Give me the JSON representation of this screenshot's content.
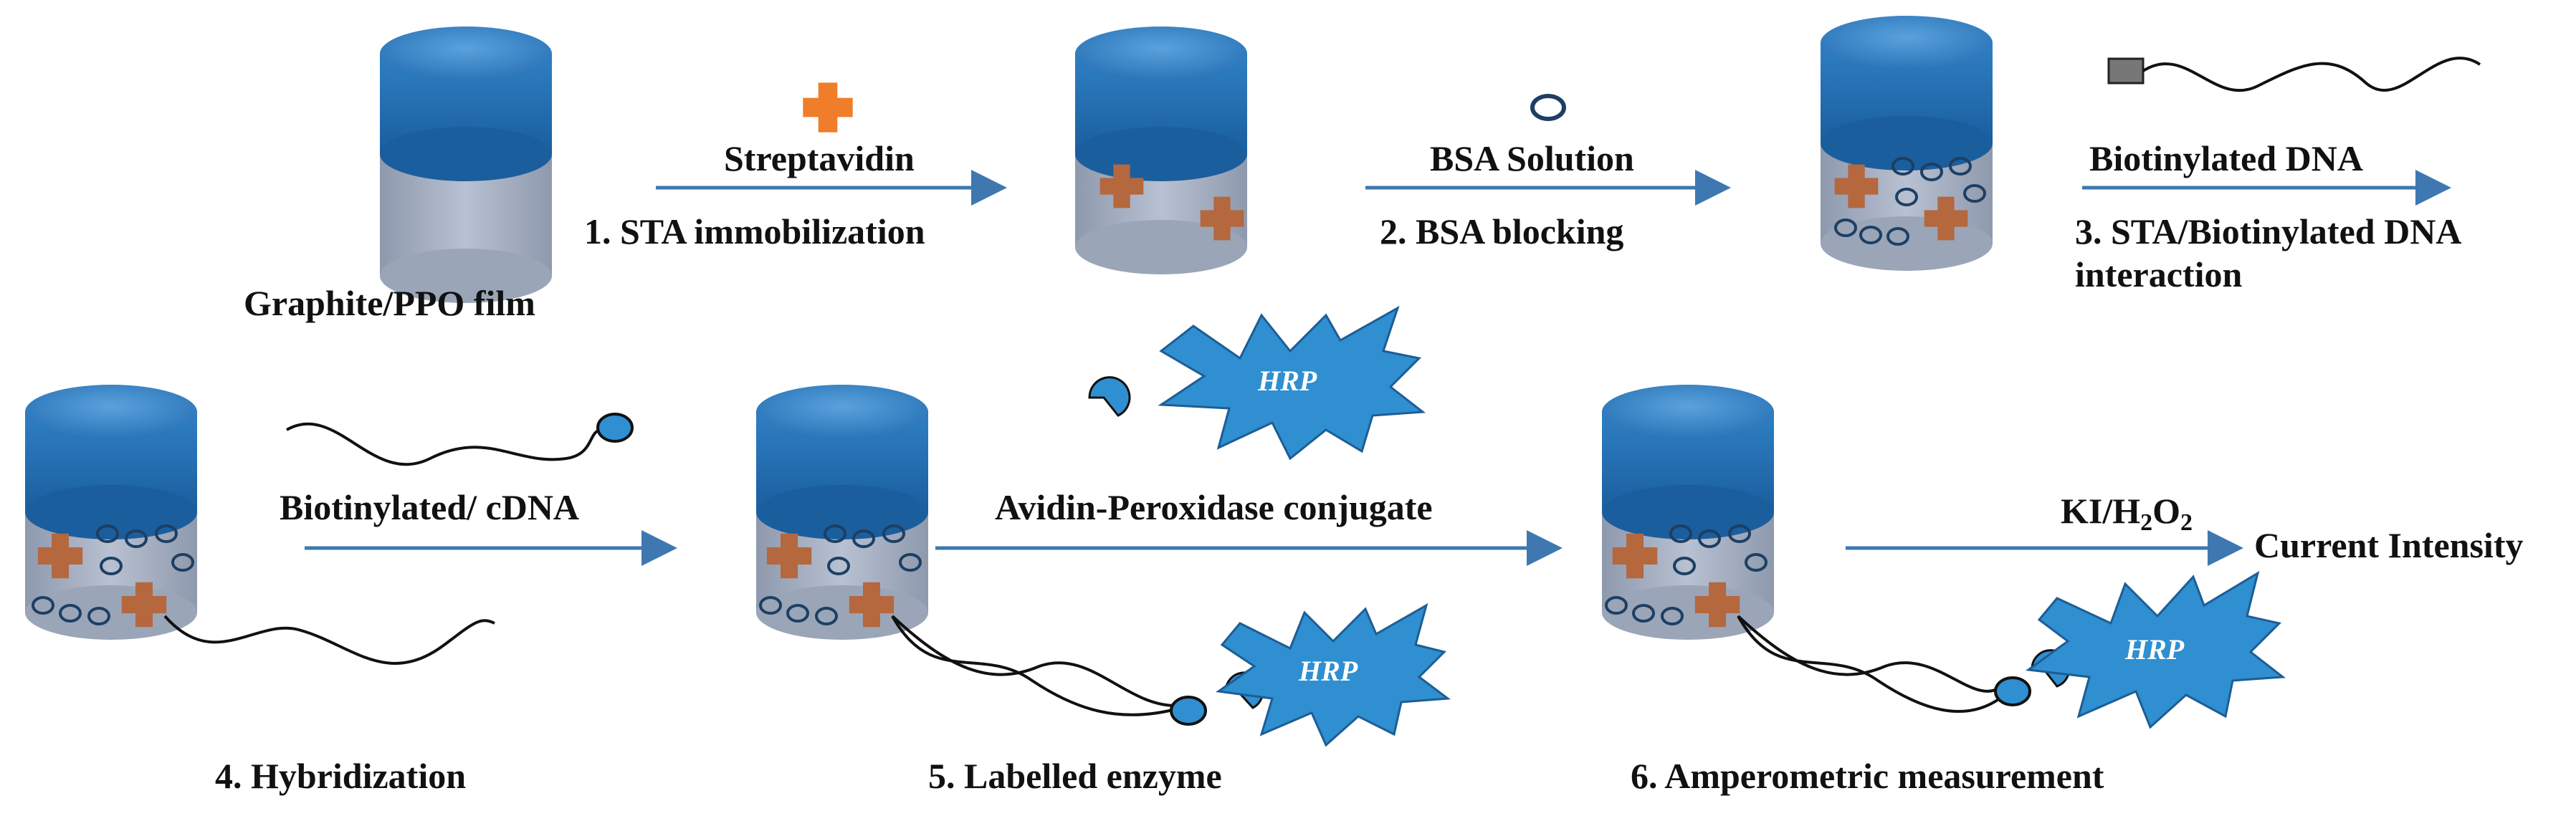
{
  "colors": {
    "electrode_top": "#1f6fb3",
    "electrode_top_light": "#4a93d0",
    "electrode_body": "#a9b3c4",
    "arrow": "#3f78b0",
    "streptavidin": "#f07d2a",
    "streptavidin_bound": "#b5673e",
    "bsa": "#1d3f63",
    "hrp": "#2f8fd0",
    "biotin_tag": "#777777",
    "text": "#111111"
  },
  "icons": {
    "streptavidin": "orange-cross-icon",
    "bsa": "blue-ring-icon",
    "biotin": "gray-square-icon",
    "avidin": "pacman-icon",
    "hrp": "star-burst-icon"
  },
  "labels": {
    "electrode_name": "Graphite/PPO film",
    "reagent_1": "Streptavidin",
    "step_1": "1. STA immobilization",
    "reagent_2": "BSA Solution",
    "step_2": "2. BSA blocking",
    "reagent_3": "Biotinylated DNA",
    "step_3_line1": "3. STA/Biotinylated DNA",
    "step_3_line2": "interaction",
    "reagent_4": "Biotinylated/ cDNA",
    "step_4": "4. Hybridization",
    "reagent_5": "Avidin-Peroxidase conjugate",
    "step_5": "5. Labelled enzyme",
    "reagent_6_a": "KI/H",
    "reagent_6_sub1": "2",
    "reagent_6_b": "O",
    "reagent_6_sub2": "2",
    "step_6": "6. Amperometric measurement",
    "result": "Current Intensity",
    "hrp": "HRP"
  }
}
